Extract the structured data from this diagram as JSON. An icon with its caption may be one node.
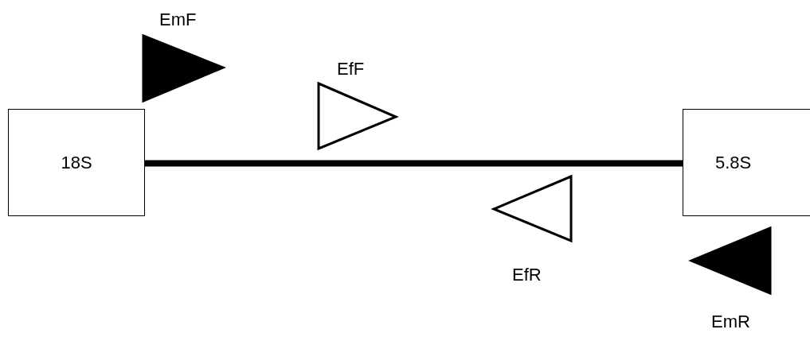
{
  "diagram": {
    "nodes": [
      {
        "text": [
          "18S"
        ]
      },
      {
        "text": [
          "5.8S"
        ]
      }
    ],
    "edges": [
      {
        "from": 0,
        "to": 1,
        "arrow": "none"
      }
    ],
    "labels": [
      "EmF",
      "EfF",
      "EfR",
      "EmR"
    ]
  }
}
